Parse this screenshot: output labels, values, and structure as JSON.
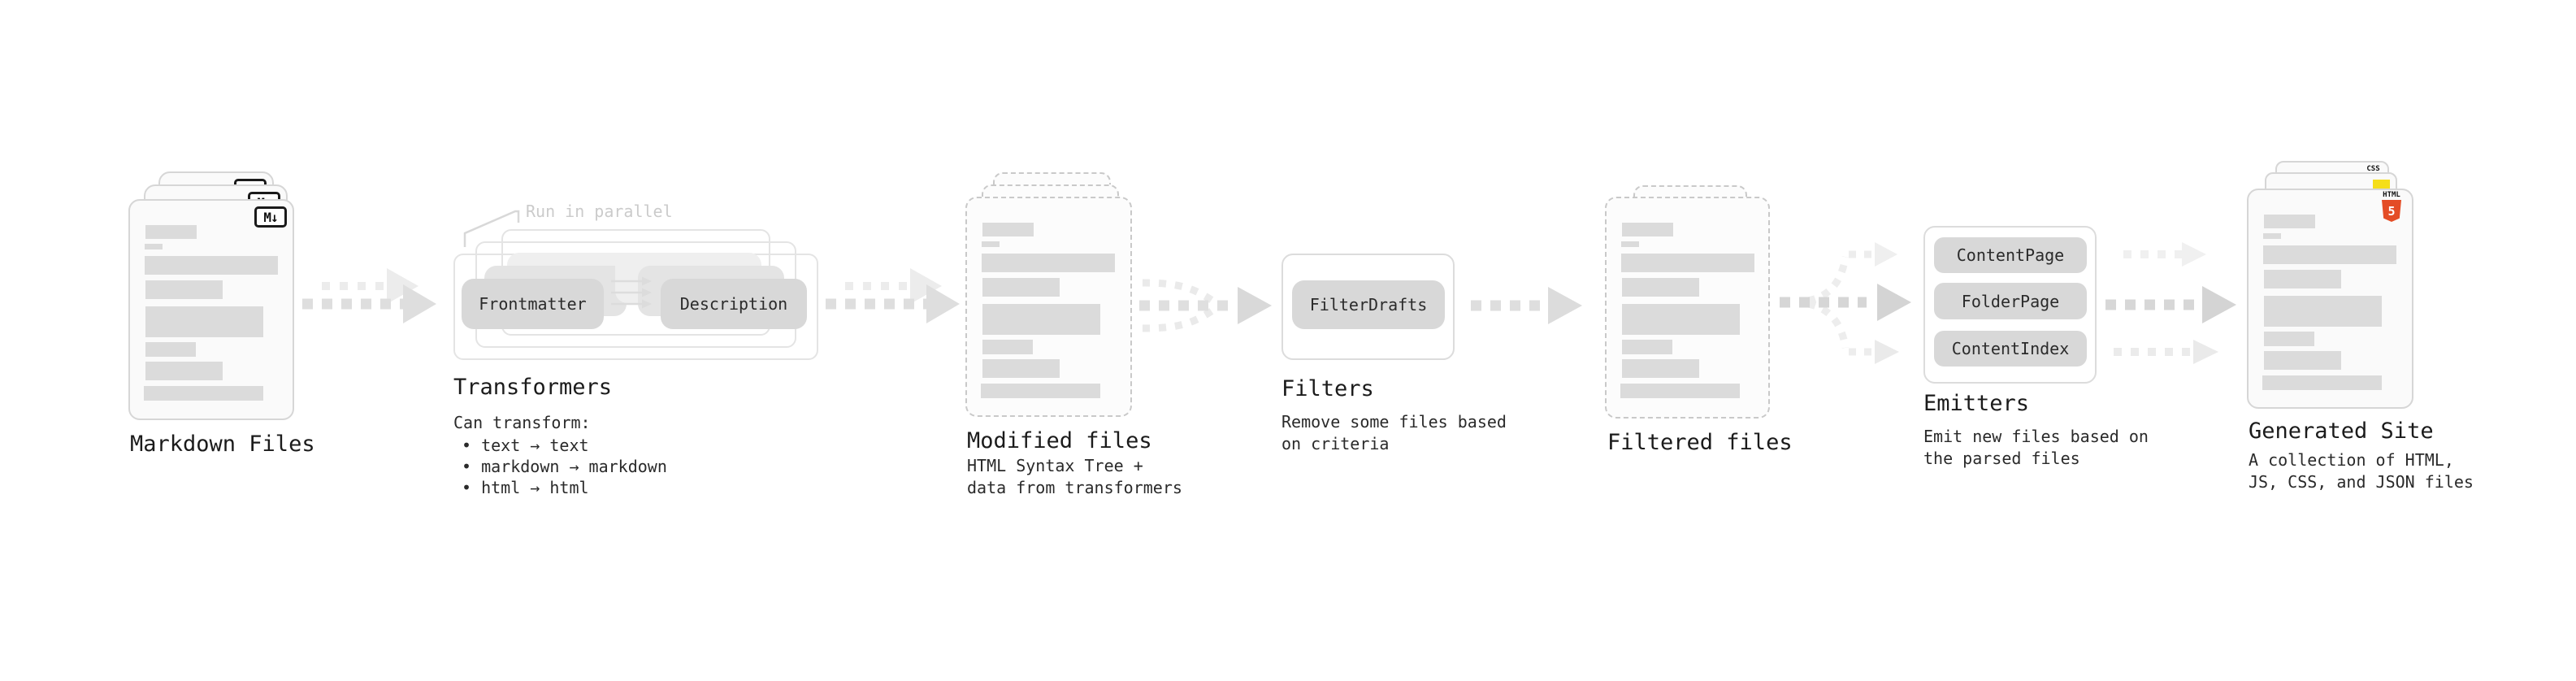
{
  "stages": {
    "markdown_files": {
      "label": "Markdown Files"
    },
    "transformers": {
      "label": "Transformers",
      "annotation": "Run in parallel",
      "chips": [
        "Frontmatter",
        "Description"
      ],
      "description": "Can transform:",
      "bullets": [
        "• text → text",
        "• markdown → markdown",
        "• html → html"
      ]
    },
    "modified_files": {
      "label": "Modified files",
      "description": "HTML Syntax Tree +\ndata from transformers"
    },
    "filters": {
      "label": "Filters",
      "chips": [
        "FilterDrafts"
      ],
      "description": "Remove some files based\non criteria"
    },
    "filtered_files": {
      "label": "Filtered files"
    },
    "emitters": {
      "label": "Emitters",
      "chips": [
        "ContentPage",
        "FolderPage",
        "ContentIndex"
      ],
      "description": "Emit new files based on\nthe parsed files"
    },
    "generated_site": {
      "label": "Generated Site",
      "description": "A collection of HTML,\nJS, CSS, and JSON files"
    }
  },
  "icons": {
    "markdown_badge": "M↓",
    "html5_wordmark": "HTML",
    "html5_numeral": "5",
    "css_wordmark": "CSS"
  },
  "colors": {
    "html5_orange": "#e44d26",
    "js_yellow": "#f5de19",
    "css_blue": "#2563eb",
    "chip_gray": "#d8d8d8",
    "bar_gray": "#dbdbdb",
    "text_dark": "#1b1b1b",
    "annotation_gray": "#cbcbcb"
  }
}
